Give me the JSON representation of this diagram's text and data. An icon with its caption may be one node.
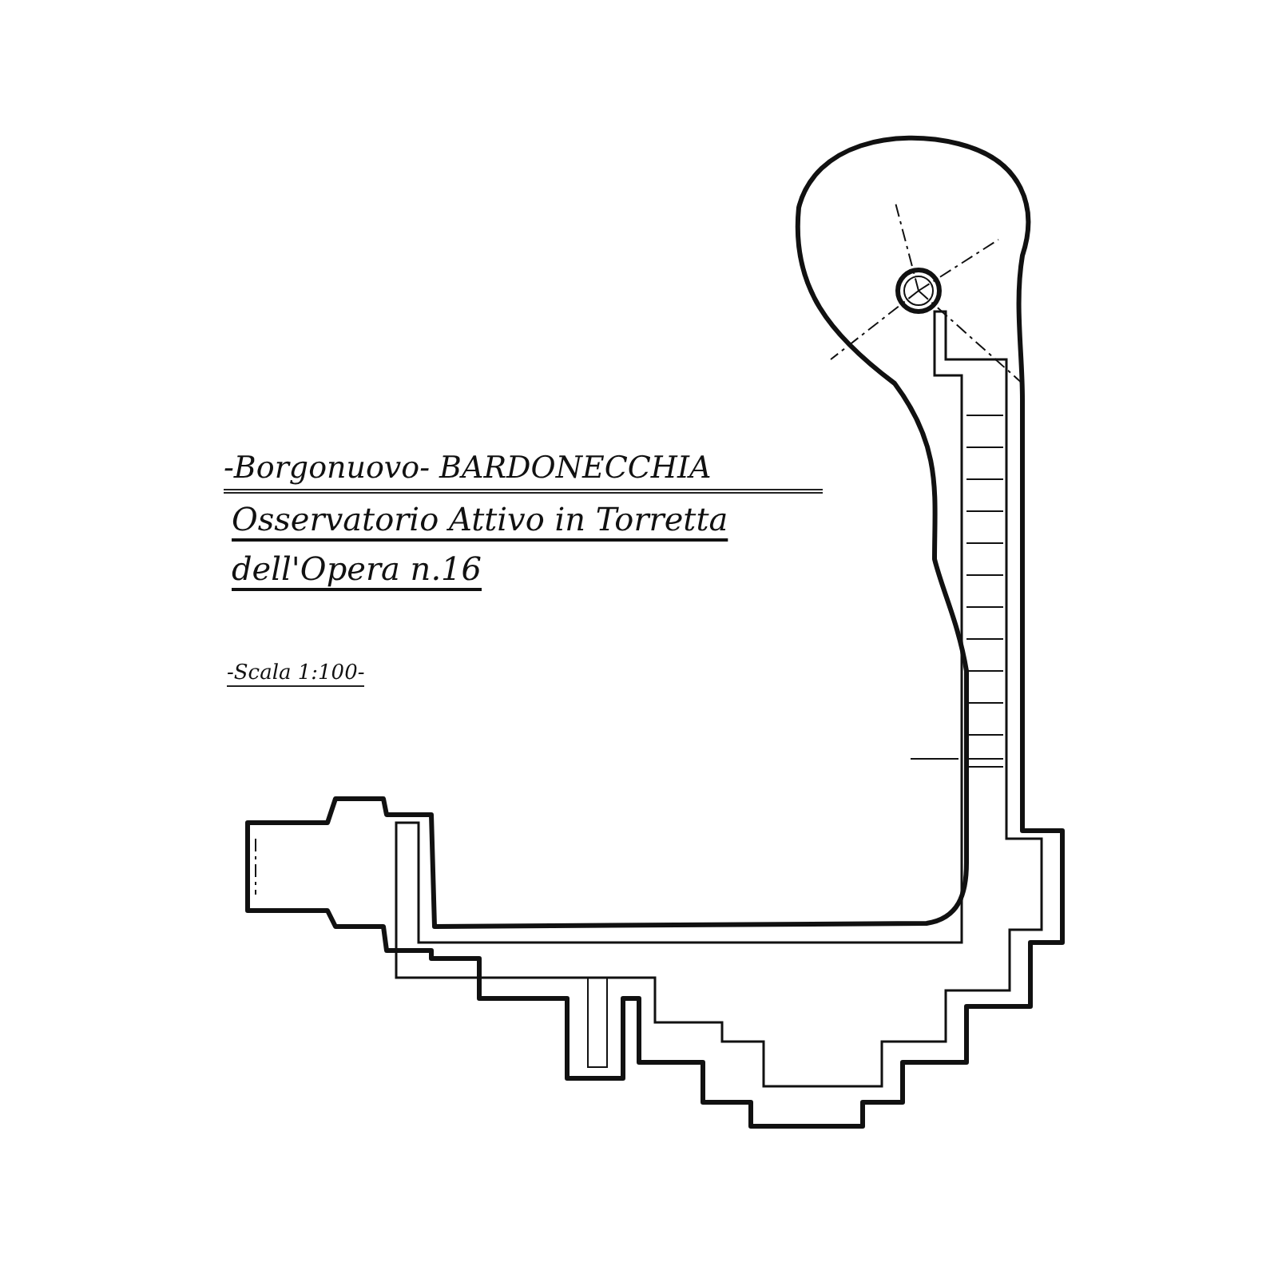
{
  "diagram": {
    "title": "-Borgonuovo- BARDONECCHIA",
    "labels": [
      "Osservatorio Attivo in Torretta dell'Opera n.16",
      "-Scala 1:100-"
    ]
  }
}
